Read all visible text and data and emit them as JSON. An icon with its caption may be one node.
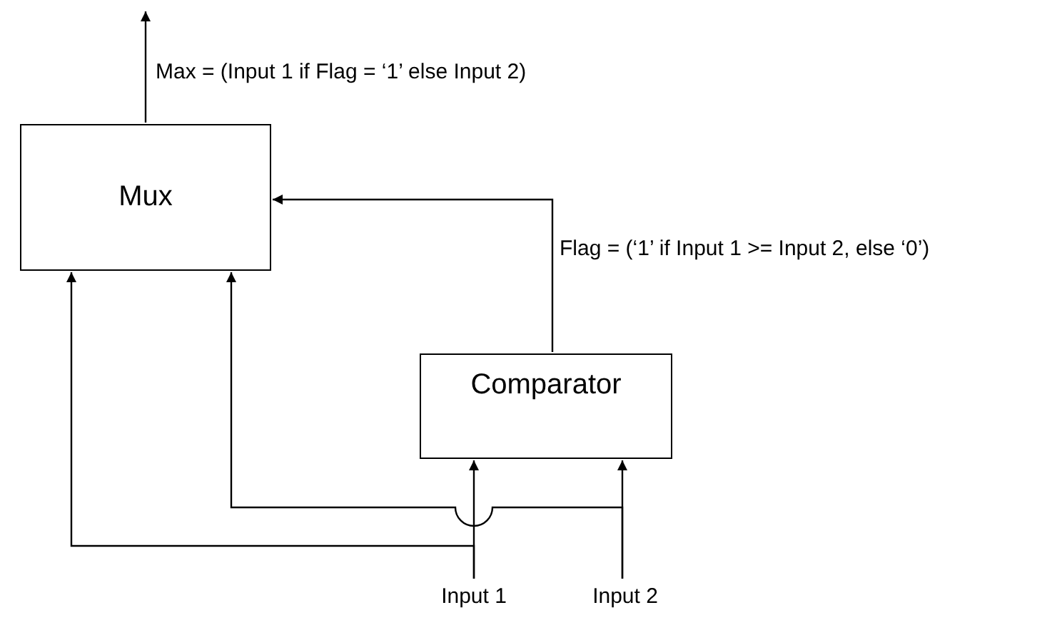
{
  "diagram": {
    "nodes": [
      {
        "text": [
          "Mux"
        ]
      },
      {
        "text": [
          "Comparator"
        ]
      },
      {
        "text": [
          "Input 1"
        ]
      },
      {
        "text": [
          "Input 2"
        ]
      }
    ],
    "edges": [
      {
        "from": 0,
        "to": null,
        "arrow": "to",
        "label": "Max = (Input 1 if Flag = ‘1’ else Input 2)"
      },
      {
        "from": 1,
        "to": 0,
        "arrow": "to",
        "label": "Flag = (‘1’ if Input 1 >= Input 2, else ‘0’)"
      },
      {
        "from": 2,
        "to": 1,
        "arrow": "to"
      },
      {
        "from": 3,
        "to": 1,
        "arrow": "to"
      },
      {
        "from": 2,
        "to": 0,
        "arrow": "to"
      },
      {
        "from": 3,
        "to": 0,
        "arrow": "to"
      }
    ]
  }
}
